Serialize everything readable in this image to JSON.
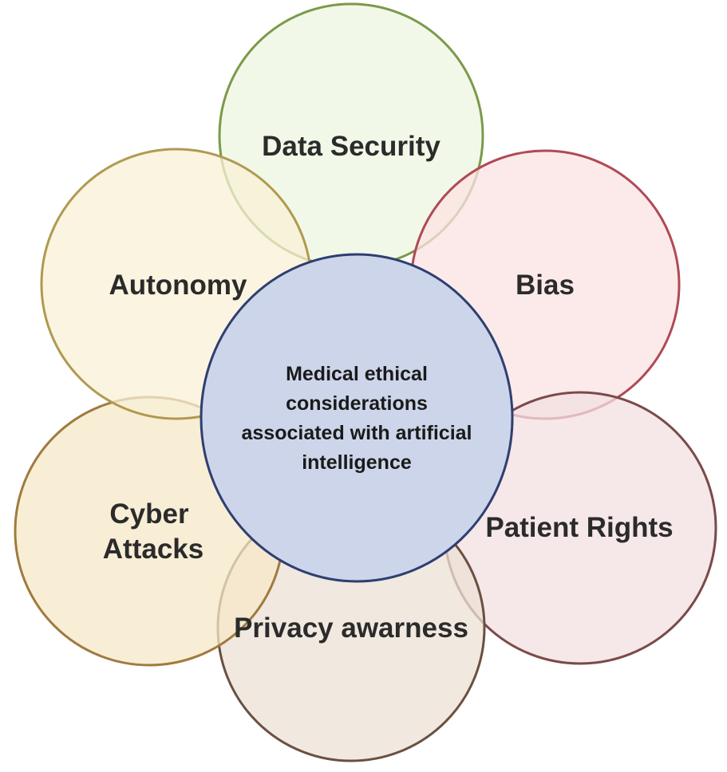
{
  "center": {
    "lines": [
      "Medical ethical",
      "considerations",
      "associated with artificial",
      "intelligence"
    ],
    "fill": "#cdd5ea",
    "stroke": "#2e3f70"
  },
  "petals": [
    {
      "label": "Data Security",
      "lines": [
        "Data Security"
      ],
      "fill": "#eef6e0",
      "stroke": "#7a9a4a"
    },
    {
      "label": "Bias",
      "lines": [
        "Bias"
      ],
      "fill": "#fbe3e3",
      "stroke": "#b04a55"
    },
    {
      "label": "Patient Rights",
      "lines": [
        "Patient Rights"
      ],
      "fill": "#f3dfe0",
      "stroke": "#7a4a4a"
    },
    {
      "label": "Privacy awarness",
      "lines": [
        "Privacy awarness"
      ],
      "fill": "#ece0d6",
      "stroke": "#6a5040"
    },
    {
      "label": "Cyber Attacks",
      "lines": [
        "Cyber",
        "Attacks"
      ],
      "fill": "#f6e8c8",
      "stroke": "#a07a40"
    },
    {
      "label": "Autonomy",
      "lines": [
        "Autonomy"
      ],
      "fill": "#f8f0d6",
      "stroke": "#b09a50"
    }
  ]
}
